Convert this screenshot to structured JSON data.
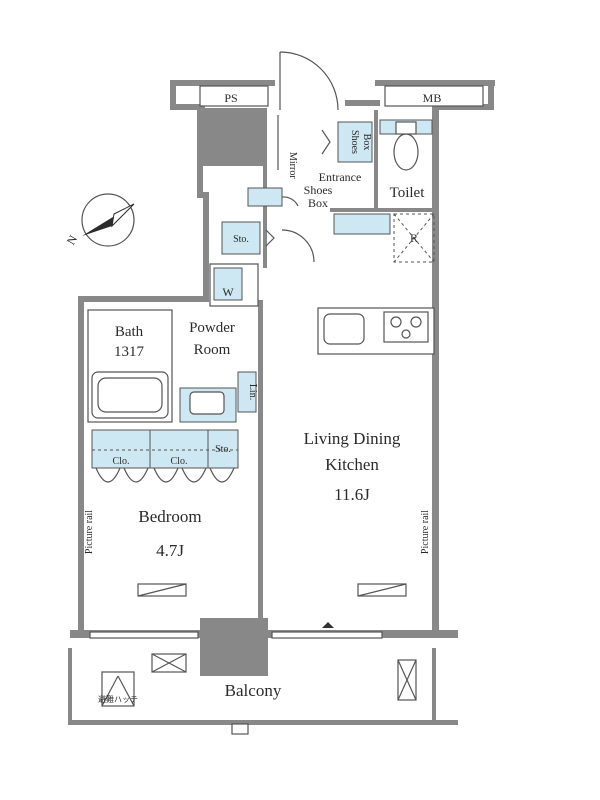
{
  "labels": {
    "ps": "PS",
    "mb": "MB",
    "mirror": "Mirror",
    "shoes_box_1": "Shoes",
    "shoes_box_1b": "Box",
    "entrance": "Entrance",
    "toilet": "Toilet",
    "shoes_box_2": "Shoes",
    "shoes_box_2b": "Box",
    "sto_1": "Sto.",
    "refrigerator": "R",
    "washer": "W",
    "bath": "Bath",
    "bath_size": "1317",
    "powder_room_1": "Powder",
    "powder_room_2": "Room",
    "linen": "Lin.",
    "ldk_1": "Living Dining",
    "ldk_2": "Kitchen",
    "ldk_size": "11.6J",
    "clo_1": "Clo.",
    "clo_2": "Clo.",
    "sto_2": "Sto.",
    "bedroom": "Bedroom",
    "bedroom_size": "4.7J",
    "picture_rail_left": "Picture rail",
    "picture_rail_right": "Picture rail",
    "balcony": "Balcony",
    "escape_hatch": "避難ハッチ",
    "north": "N"
  },
  "colors": {
    "wall": "#888888",
    "storage": "#cde8f2",
    "line": "#555555"
  }
}
